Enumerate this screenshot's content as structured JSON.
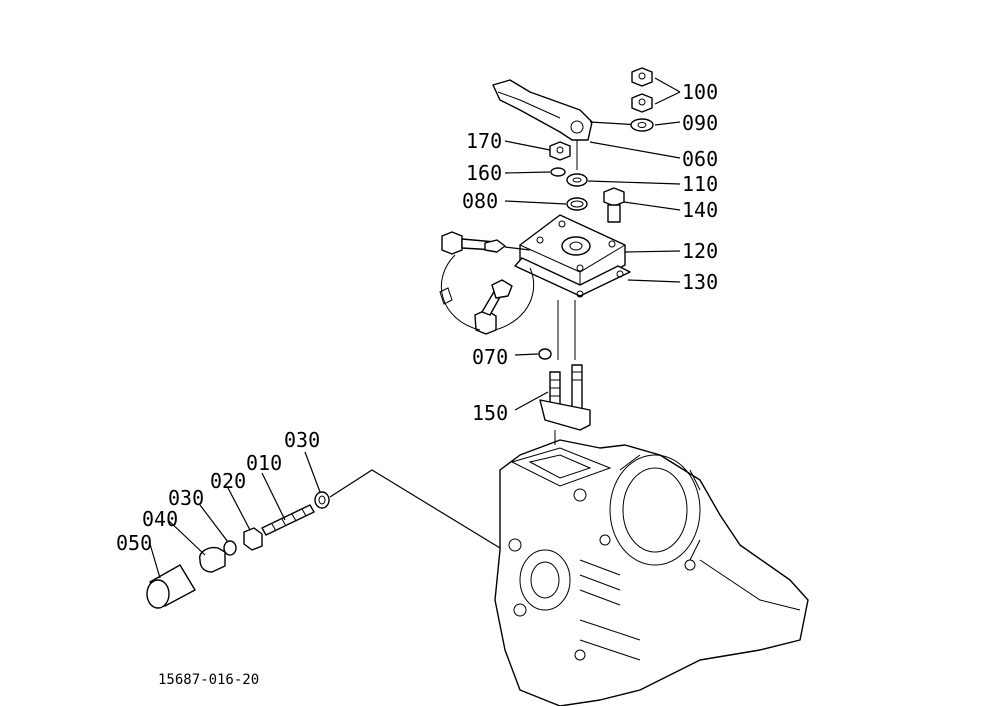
{
  "diagram": {
    "reference_code": "15687-016-20",
    "callouts": [
      {
        "id": "100",
        "label": "100"
      },
      {
        "id": "090",
        "label": "090"
      },
      {
        "id": "170",
        "label": "170"
      },
      {
        "id": "060",
        "label": "060"
      },
      {
        "id": "160",
        "label": "160"
      },
      {
        "id": "110",
        "label": "110"
      },
      {
        "id": "080",
        "label": "080"
      },
      {
        "id": "140",
        "label": "140"
      },
      {
        "id": "120",
        "label": "120"
      },
      {
        "id": "130",
        "label": "130"
      },
      {
        "id": "070",
        "label": "070"
      },
      {
        "id": "150",
        "label": "150"
      },
      {
        "id": "030a",
        "label": "030"
      },
      {
        "id": "010",
        "label": "010"
      },
      {
        "id": "020",
        "label": "020"
      },
      {
        "id": "030b",
        "label": "030"
      },
      {
        "id": "040",
        "label": "040"
      },
      {
        "id": "050",
        "label": "050"
      }
    ]
  }
}
